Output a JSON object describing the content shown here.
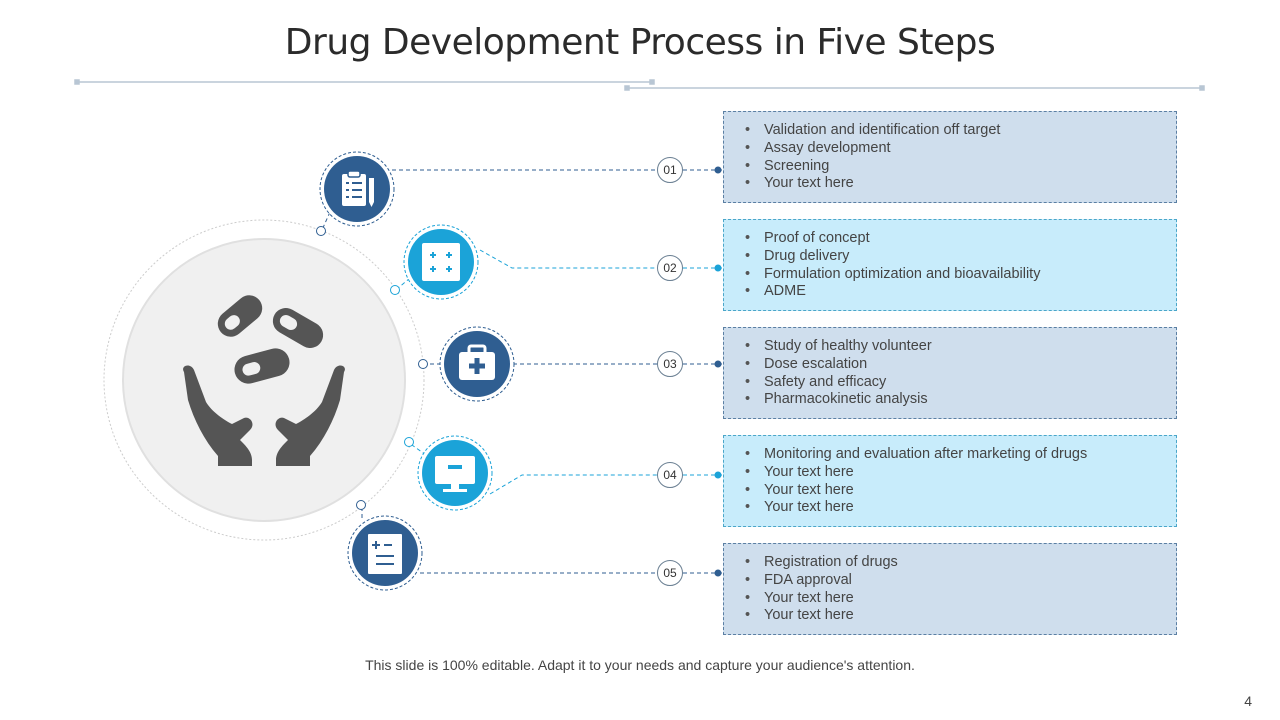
{
  "title": "Drug Development Process in Five Steps",
  "icons": {
    "center": "hands-holding-pills-icon",
    "step_1": "clipboard-checklist-icon",
    "step_2": "calculator-icon",
    "step_3": "first-aid-kit-icon",
    "step_4": "computer-monitor-icon",
    "step_5": "prescription-document-icon"
  },
  "colors": {
    "dark_blue": "#2f5e91",
    "light_blue": "#1ba3d8",
    "dark_box": "#cfdeed",
    "light_box": "#c8ecfb",
    "center_icon": "#555555"
  },
  "steps": [
    {
      "number": "01",
      "items": [
        "Validation  and identification off target",
        "Assay development",
        "Screening",
        "Your text here"
      ]
    },
    {
      "number": "02",
      "items": [
        "Proof of concept",
        "Drug delivery",
        "Formulation optimization and bioavailability",
        "ADME"
      ]
    },
    {
      "number": "03",
      "items": [
        "Study of healthy volunteer",
        "Dose escalation",
        "Safety and efficacy",
        "Pharmacokinetic analysis"
      ]
    },
    {
      "number": "04",
      "items": [
        "Monitoring  and evaluation  after marketing of drugs",
        "Your text here",
        "Your text here",
        "Your text here"
      ]
    },
    {
      "number": "05",
      "items": [
        "Registration of drugs",
        "FDA approval",
        "Your text here",
        "Your text here"
      ]
    }
  ],
  "footer": "This slide is 100% editable. Adapt it to your needs and capture your audience's attention.",
  "page_number": "4"
}
